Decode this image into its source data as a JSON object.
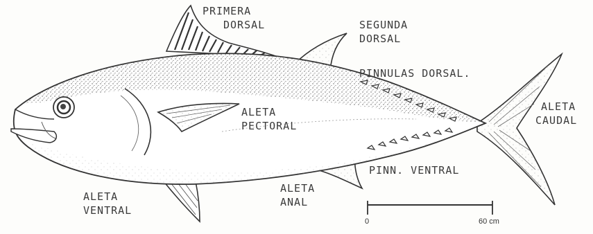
{
  "labels": {
    "primera_dorsal": [
      "PRIMERA",
      "DORSAL"
    ],
    "segunda_dorsal": [
      "SEGUNDA",
      "DORSAL"
    ],
    "pinnulas_dorsal": "PINNULAS DORSAL.",
    "aleta_caudal": [
      "ALETA",
      "CAUDAL"
    ],
    "aleta_pectoral": [
      "ALETA",
      "PECTORAL"
    ],
    "pinn_ventral": "PINN. VENTRAL",
    "aleta_ventral": [
      "ALETA",
      "VENTRAL"
    ],
    "aleta_anal": [
      "ALETA",
      "ANAL"
    ]
  },
  "scale_bar": {
    "start_label": "0",
    "end_label": "60 cm"
  },
  "colors": {
    "ink": "#333333",
    "paper": "#fdfdfb"
  }
}
